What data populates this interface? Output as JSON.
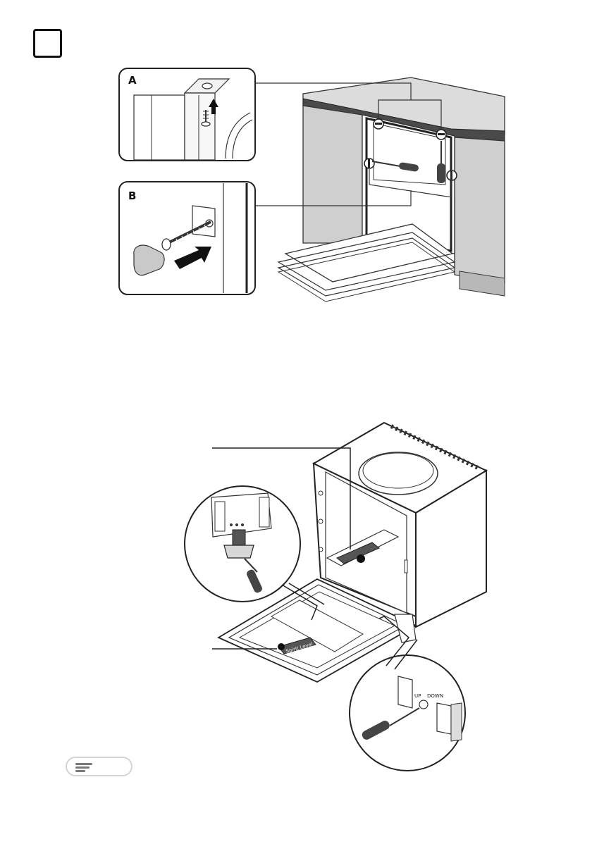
{
  "step": {
    "number": ""
  },
  "upper_figure": {
    "inset_a_label": "A",
    "inset_b_label": "B"
  },
  "lower_figure": {
    "spirit_level_label": "Spirit Level",
    "adjust_up_label": "UP",
    "adjust_down_label": "DOWN"
  },
  "footer": {
    "menu_icon": "menu-icon"
  }
}
